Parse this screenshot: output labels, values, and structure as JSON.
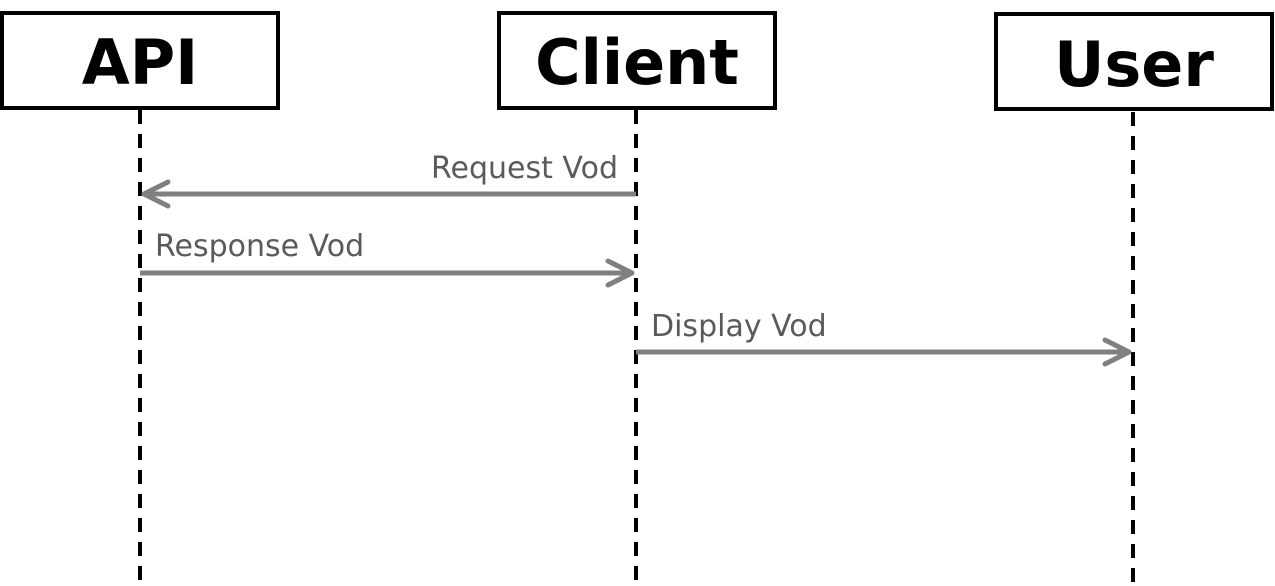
{
  "participants": {
    "api": "API",
    "client": "Client",
    "user": "User"
  },
  "messages": [
    {
      "label": "Request Vod",
      "from": "Client",
      "to": "API"
    },
    {
      "label": "Response Vod",
      "from": "API",
      "to": "Client"
    },
    {
      "label": "Display Vod",
      "from": "Client",
      "to": "User"
    }
  ],
  "colors": {
    "participant_border": "#000000",
    "lifeline": "#000000",
    "message_line": "#808080",
    "message_text": "#5a5a5a"
  }
}
